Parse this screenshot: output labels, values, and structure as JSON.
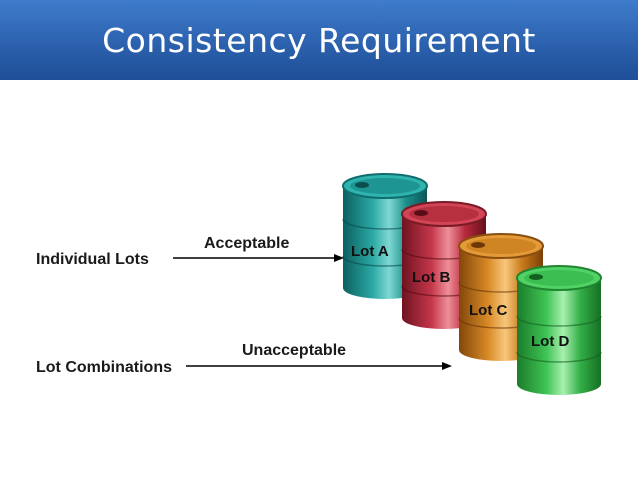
{
  "title": "Consistency Requirement",
  "rows": {
    "individual": {
      "label": "Individual Lots",
      "arrow_label": "Acceptable"
    },
    "combinations": {
      "label": "Lot Combinations",
      "arrow_label": "Unacceptable"
    }
  },
  "drums": [
    {
      "label": "Lot A",
      "color": "#1f9e9a"
    },
    {
      "label": "Lot B",
      "color": "#c2303f"
    },
    {
      "label": "Lot C",
      "color": "#d98a22"
    },
    {
      "label": "Lot D",
      "color": "#3ec653"
    }
  ]
}
